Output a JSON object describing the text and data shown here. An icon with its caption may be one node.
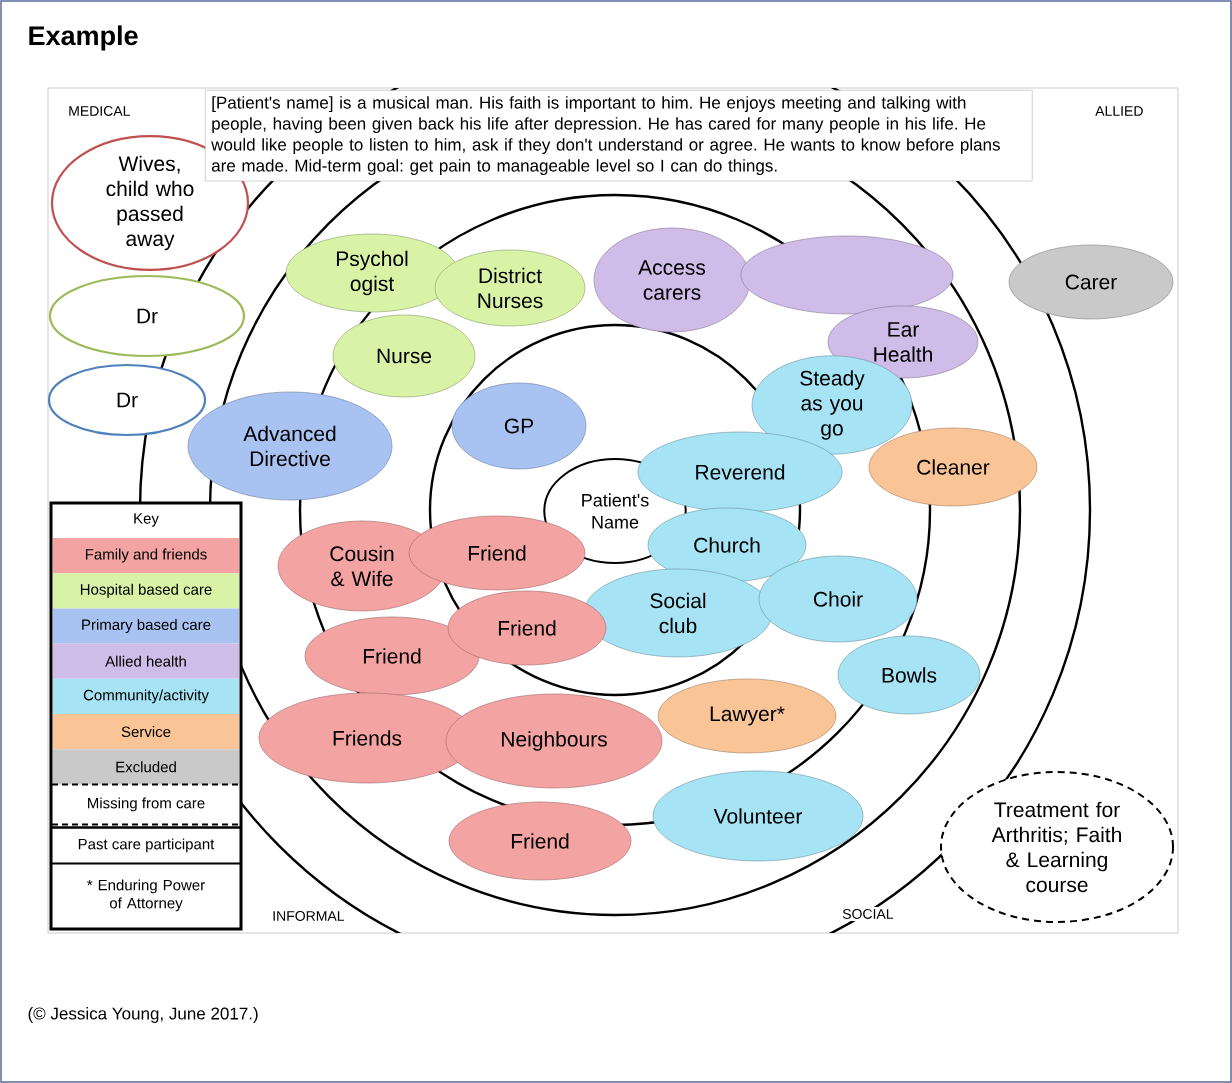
{
  "diagram": {
    "title": "Example",
    "caption": "(© Jessica Young, June 2017.)",
    "nodes": [
      {
        "text": [
          "[Patient's name] is a musical man. His faith is important to him. He enjoys meeting and talking with people, having been given back his life after depression. He has cared for many people in his life. He would like people to listen to him, ask if they don't understand or agree. He wants to know before plans are made. Mid-term goal: get pain to manageable level so I can do things."
        ]
      },
      {
        "text": [
          "Wives, child who passed away"
        ]
      },
      {
        "text": [
          "Dr"
        ]
      },
      {
        "text": [
          "Dr"
        ]
      },
      {
        "text": [
          "Psychol ogist"
        ]
      },
      {
        "text": [
          "District Nurses"
        ]
      },
      {
        "text": [
          "Access carers"
        ]
      },
      {
        "text": [],
        "shape": "ellipse"
      },
      {
        "text": [
          "Ear Health"
        ]
      },
      {
        "text": [
          "Nurse"
        ]
      },
      {
        "text": [
          "Advanced Directive"
        ]
      },
      {
        "text": [
          "GP"
        ]
      },
      {
        "text": [
          "Steady as you go"
        ]
      },
      {
        "text": [
          "Carer"
        ]
      },
      {
        "text": [
          "Patient's Name"
        ]
      },
      {
        "text": [
          "Reverend"
        ]
      },
      {
        "text": [
          "Cleaner"
        ]
      },
      {
        "text": [
          "Cousin & Wife"
        ]
      },
      {
        "text": [
          "Friend"
        ]
      },
      {
        "text": [
          "Church"
        ]
      },
      {
        "text": [
          "Social club"
        ]
      },
      {
        "text": [
          "Choir"
        ]
      },
      {
        "text": [
          "Friend"
        ]
      },
      {
        "text": [
          "Friend"
        ]
      },
      {
        "text": [
          "Bowls"
        ]
      },
      {
        "text": [
          "Friends"
        ]
      },
      {
        "text": [
          "Neighbours"
        ]
      },
      {
        "text": [
          "Lawyer*"
        ]
      },
      {
        "text": [
          "Volunteer"
        ]
      },
      {
        "text": [
          "Friend"
        ]
      },
      {
        "text": [
          "Treatment for Arthritis; Faith & Learning course"
        ]
      }
    ],
    "labels": [
      "MEDICAL",
      "ALLIED",
      "Key",
      "INFORMAL",
      "SOCIAL"
    ],
    "legend": [
      {
        "text": "Family and friends",
        "color": "#f4a3a3"
      },
      {
        "text": "Hospital based care",
        "color": "#d8f2a6"
      },
      {
        "text": "Primary based care",
        "color": "#a8c2f2"
      },
      {
        "text": "Allied health",
        "color": "#cfbce8"
      },
      {
        "text": "Community/activity",
        "color": "#a6e3f5"
      },
      {
        "text": "Service",
        "color": "#fac596"
      },
      {
        "text": "Excluded",
        "color": "#c9c9c9"
      },
      {
        "text": "Missing from care"
      },
      {
        "text": "Past care participant"
      },
      {
        "text": "* Enduring Power of Attorney"
      }
    ]
  }
}
